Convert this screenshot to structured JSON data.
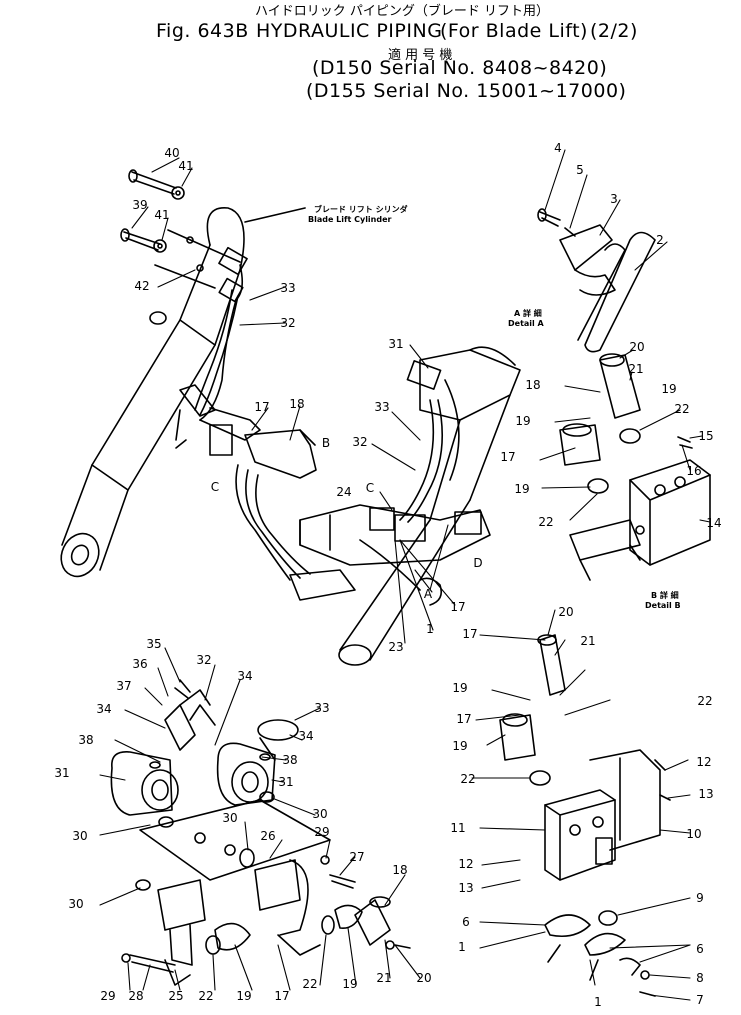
{
  "header": {
    "jp_title": "ハイドロリック パイピング（ブレード リフト用）",
    "fig_label": "Fig. 643B",
    "title": "HYDRAULIC PIPING",
    "subtitle": "(For Blade Lift)",
    "page": "(2/2)",
    "jp_applicable": "適 用 号 機",
    "serial_1": "(D150 Serial No. 8408~8420)",
    "serial_2": "(D155 Serial No. 15001~17000)"
  },
  "annotations": {
    "cylinder_jp": "ブレード リフト シリンダ",
    "cylinder_en": "Blade Lift Cylinder",
    "detail_a_jp": "A 詳 細",
    "detail_a_en": "Detail A",
    "detail_b_jp": "B 詳 細",
    "detail_b_en": "Detail B"
  },
  "callouts": [
    {
      "label": "40"
    },
    {
      "label": "41"
    },
    {
      "label": "39"
    },
    {
      "label": "41"
    },
    {
      "label": "42"
    },
    {
      "label": "33"
    },
    {
      "label": "32"
    },
    {
      "label": "17"
    },
    {
      "label": "18"
    },
    {
      "label": "B"
    },
    {
      "label": "C"
    },
    {
      "label": "4"
    },
    {
      "label": "5"
    },
    {
      "label": "3"
    },
    {
      "label": "2"
    },
    {
      "label": "31"
    },
    {
      "label": "33"
    },
    {
      "label": "32"
    },
    {
      "label": "C"
    },
    {
      "label": "24"
    },
    {
      "label": "D"
    },
    {
      "label": "A"
    },
    {
      "label": "17"
    },
    {
      "label": "23"
    },
    {
      "label": "1"
    },
    {
      "label": "20"
    },
    {
      "label": "21"
    },
    {
      "label": "18"
    },
    {
      "label": "19"
    },
    {
      "label": "19"
    },
    {
      "label": "22"
    },
    {
      "label": "15"
    },
    {
      "label": "17"
    },
    {
      "label": "16"
    },
    {
      "label": "19"
    },
    {
      "label": "14"
    },
    {
      "label": "22"
    },
    {
      "label": "35"
    },
    {
      "label": "32"
    },
    {
      "label": "36"
    },
    {
      "label": "37"
    },
    {
      "label": "34"
    },
    {
      "label": "34"
    },
    {
      "label": "33"
    },
    {
      "label": "34"
    },
    {
      "label": "38"
    },
    {
      "label": "38"
    },
    {
      "label": "31"
    },
    {
      "label": "31"
    },
    {
      "label": "30"
    },
    {
      "label": "30"
    },
    {
      "label": "30"
    },
    {
      "label": "26"
    },
    {
      "label": "29"
    },
    {
      "label": "27"
    },
    {
      "label": "30"
    },
    {
      "label": "18"
    },
    {
      "label": "29"
    },
    {
      "label": "28"
    },
    {
      "label": "25"
    },
    {
      "label": "22"
    },
    {
      "label": "19"
    },
    {
      "label": "17"
    },
    {
      "label": "22"
    },
    {
      "label": "19"
    },
    {
      "label": "21"
    },
    {
      "label": "20"
    },
    {
      "label": "17"
    },
    {
      "label": "20"
    },
    {
      "label": "21"
    },
    {
      "label": "19"
    },
    {
      "label": "22"
    },
    {
      "label": "17"
    },
    {
      "label": "19"
    },
    {
      "label": "22"
    },
    {
      "label": "12"
    },
    {
      "label": "13"
    },
    {
      "label": "11"
    },
    {
      "label": "10"
    },
    {
      "label": "12"
    },
    {
      "label": "13"
    },
    {
      "label": "9"
    },
    {
      "label": "6"
    },
    {
      "label": "1"
    },
    {
      "label": "6"
    },
    {
      "label": "8"
    },
    {
      "label": "1"
    },
    {
      "label": "7"
    }
  ],
  "colors": {
    "ink": "#000000",
    "paper": "#ffffff"
  }
}
